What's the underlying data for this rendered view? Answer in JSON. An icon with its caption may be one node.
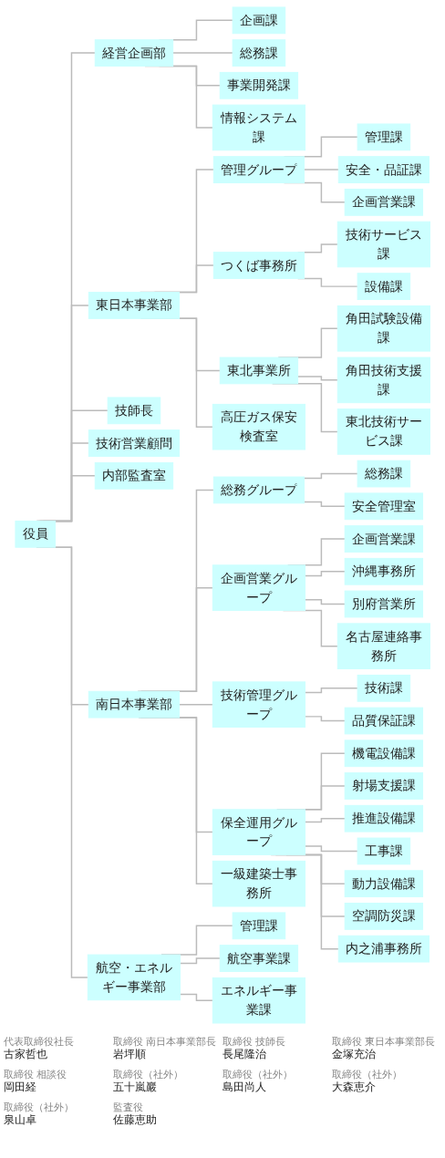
{
  "diagram": {
    "nodes": [
      {
        "text": [
          "役員"
        ]
      },
      {
        "text": [
          "経営企画部"
        ]
      },
      {
        "text": [
          "企画課"
        ]
      },
      {
        "text": [
          "総務課"
        ]
      },
      {
        "text": [
          "事業開発課"
        ]
      },
      {
        "text": [
          "情報システム課"
        ]
      },
      {
        "text": [
          "東日本事業部"
        ]
      },
      {
        "text": [
          "管理グループ"
        ]
      },
      {
        "text": [
          "管理課"
        ]
      },
      {
        "text": [
          "安全・品証課"
        ]
      },
      {
        "text": [
          "企画営業課"
        ]
      },
      {
        "text": [
          "つくば事務所"
        ]
      },
      {
        "text": [
          "技術サービス課"
        ]
      },
      {
        "text": [
          "設備課"
        ]
      },
      {
        "text": [
          "東北事業所"
        ]
      },
      {
        "text": [
          "角田試験設備課"
        ]
      },
      {
        "text": [
          "角田技術支援課"
        ]
      },
      {
        "text": [
          "東北技術サービス課"
        ]
      },
      {
        "text": [
          "高圧ガス保安検査室"
        ]
      },
      {
        "text": [
          "技師長"
        ]
      },
      {
        "text": [
          "技術営業顧問"
        ]
      },
      {
        "text": [
          "内部監査室"
        ]
      },
      {
        "text": [
          "南日本事業部"
        ]
      },
      {
        "text": [
          "総務グループ"
        ]
      },
      {
        "text": [
          "総務課"
        ]
      },
      {
        "text": [
          "安全管理室"
        ]
      },
      {
        "text": [
          "企画営業グループ"
        ]
      },
      {
        "text": [
          "企画営業課"
        ]
      },
      {
        "text": [
          "沖縄事務所"
        ]
      },
      {
        "text": [
          "別府営業所"
        ]
      },
      {
        "text": [
          "名古屋連絡事務所"
        ]
      },
      {
        "text": [
          "技術管理グループ"
        ]
      },
      {
        "text": [
          "技術課"
        ]
      },
      {
        "text": [
          "品質保証課"
        ]
      },
      {
        "text": [
          "保全運用グループ"
        ]
      },
      {
        "text": [
          "機電設備課"
        ]
      },
      {
        "text": [
          "射場支援課"
        ]
      },
      {
        "text": [
          "推進設備課"
        ]
      },
      {
        "text": [
          "工事課"
        ]
      },
      {
        "text": [
          "動力設備課"
        ]
      },
      {
        "text": [
          "空調防災課"
        ]
      },
      {
        "text": [
          "内之浦事務所"
        ]
      },
      {
        "text": [
          "一級建築士事務所"
        ]
      },
      {
        "text": [
          "航空・エネルギー事業部"
        ]
      },
      {
        "text": [
          "管理課"
        ]
      },
      {
        "text": [
          "航空事業課"
        ]
      },
      {
        "text": [
          "エネルギー事業課"
        ]
      }
    ],
    "edges": [
      {
        "from": 0,
        "to": 1,
        "arrow": "none"
      },
      {
        "from": 1,
        "to": 2,
        "arrow": "none"
      },
      {
        "from": 1,
        "to": 3,
        "arrow": "none"
      },
      {
        "from": 1,
        "to": 4,
        "arrow": "none"
      },
      {
        "from": 1,
        "to": 5,
        "arrow": "none"
      },
      {
        "from": 0,
        "to": 6,
        "arrow": "none"
      },
      {
        "from": 6,
        "to": 7,
        "arrow": "none"
      },
      {
        "from": 7,
        "to": 8,
        "arrow": "none"
      },
      {
        "from": 7,
        "to": 9,
        "arrow": "none"
      },
      {
        "from": 7,
        "to": 10,
        "arrow": "none"
      },
      {
        "from": 6,
        "to": 11,
        "arrow": "none"
      },
      {
        "from": 11,
        "to": 12,
        "arrow": "none"
      },
      {
        "from": 11,
        "to": 13,
        "arrow": "none"
      },
      {
        "from": 6,
        "to": 14,
        "arrow": "none"
      },
      {
        "from": 14,
        "to": 15,
        "arrow": "none"
      },
      {
        "from": 14,
        "to": 16,
        "arrow": "none"
      },
      {
        "from": 14,
        "to": 17,
        "arrow": "none"
      },
      {
        "from": 6,
        "to": 18,
        "arrow": "none"
      },
      {
        "from": 0,
        "to": 19,
        "arrow": "none"
      },
      {
        "from": 0,
        "to": 20,
        "arrow": "none"
      },
      {
        "from": 0,
        "to": 21,
        "arrow": "none"
      },
      {
        "from": 0,
        "to": 22,
        "arrow": "none"
      },
      {
        "from": 22,
        "to": 23,
        "arrow": "none"
      },
      {
        "from": 23,
        "to": 24,
        "arrow": "none"
      },
      {
        "from": 23,
        "to": 25,
        "arrow": "none"
      },
      {
        "from": 22,
        "to": 26,
        "arrow": "none"
      },
      {
        "from": 26,
        "to": 27,
        "arrow": "none"
      },
      {
        "from": 26,
        "to": 28,
        "arrow": "none"
      },
      {
        "from": 26,
        "to": 29,
        "arrow": "none"
      },
      {
        "from": 26,
        "to": 30,
        "arrow": "none"
      },
      {
        "from": 22,
        "to": 31,
        "arrow": "none"
      },
      {
        "from": 31,
        "to": 32,
        "arrow": "none"
      },
      {
        "from": 31,
        "to": 33,
        "arrow": "none"
      },
      {
        "from": 22,
        "to": 34,
        "arrow": "none"
      },
      {
        "from": 34,
        "to": 35,
        "arrow": "none"
      },
      {
        "from": 34,
        "to": 36,
        "arrow": "none"
      },
      {
        "from": 34,
        "to": 37,
        "arrow": "none"
      },
      {
        "from": 34,
        "to": 38,
        "arrow": "none"
      },
      {
        "from": 34,
        "to": 39,
        "arrow": "none"
      },
      {
        "from": 34,
        "to": 40,
        "arrow": "none"
      },
      {
        "from": 34,
        "to": 41,
        "arrow": "none"
      },
      {
        "from": 22,
        "to": 42,
        "arrow": "none"
      },
      {
        "from": 0,
        "to": 43,
        "arrow": "none"
      },
      {
        "from": 43,
        "to": 44,
        "arrow": "none"
      },
      {
        "from": 43,
        "to": 45,
        "arrow": "none"
      },
      {
        "from": 43,
        "to": 46,
        "arrow": "none"
      }
    ],
    "labels": [
      "代表取締役社長",
      "古家哲也",
      "取締役 南日本事業部長",
      "岩坪順",
      "取締役 技師長",
      "長尾隆治",
      "取締役 東日本事業部長",
      "金塚充治",
      "取締役 相談役",
      "岡田経",
      "取締役（社外）",
      "五十嵐巖",
      "取締役（社外）",
      "島田尚人",
      "取締役（社外）",
      "大森恵介",
      "取締役（社外）",
      "泉山卓",
      "監査役",
      "佐藤恵助"
    ]
  }
}
